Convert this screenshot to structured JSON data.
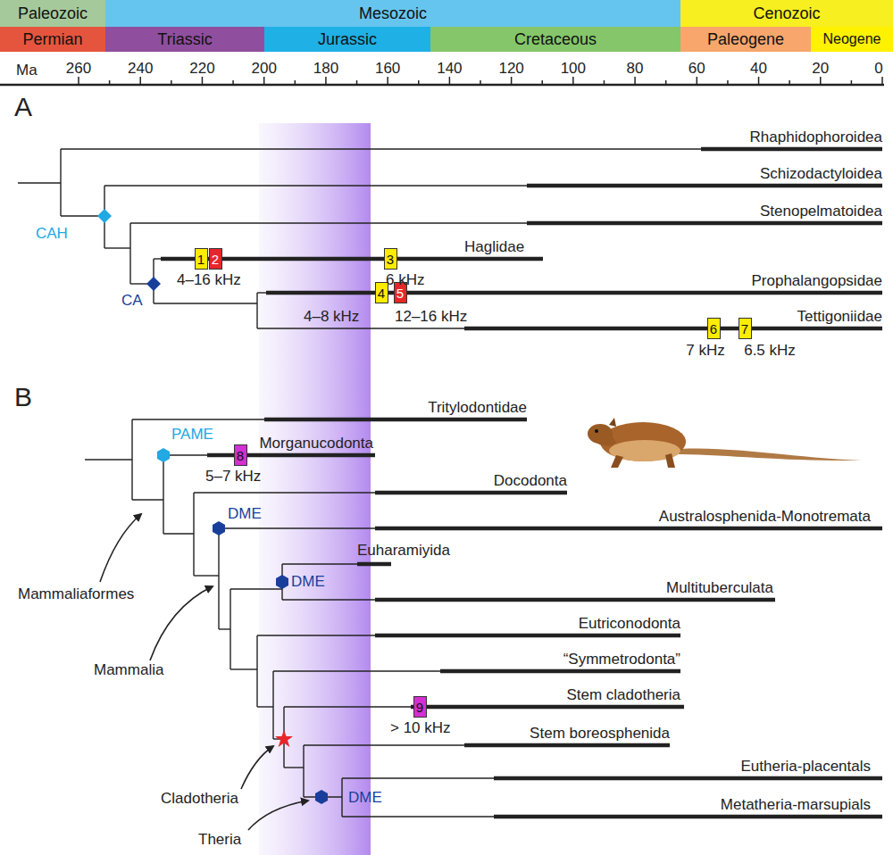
{
  "diagram": {
    "nodes": [
      {
        "text": [
          "Paleozoic"
        ]
      },
      {
        "text": [
          "Mesozoic"
        ]
      },
      {
        "text": [
          "Cenozoic"
        ]
      },
      {
        "text": [
          "Permian"
        ]
      },
      {
        "text": [
          "Triassic"
        ]
      },
      {
        "text": [
          "Jurassic"
        ]
      },
      {
        "text": [
          "Cretaceous"
        ]
      },
      {
        "text": [
          "Paleogene"
        ]
      },
      {
        "text": [
          "Neogene"
        ]
      },
      {
        "text": [
          "CAH"
        ]
      },
      {
        "text": [
          "1"
        ]
      },
      {
        "text": [
          "2"
        ]
      },
      {
        "text": [
          "3"
        ]
      },
      {
        "text": [
          "CA"
        ]
      },
      {
        "text": [
          "4"
        ]
      },
      {
        "text": [
          "5"
        ]
      },
      {
        "text": [
          "6"
        ]
      },
      {
        "text": [
          "7"
        ]
      },
      {
        "text": [
          "PAME"
        ]
      },
      {
        "text": [
          "8"
        ]
      },
      {
        "text": [
          "DME"
        ]
      },
      {
        "text": [
          "DME"
        ]
      },
      {
        "text": [
          "9"
        ]
      },
      {
        "text": [
          "DME"
        ]
      }
    ],
    "labels": [
      "Ma",
      "260",
      "240",
      "220",
      "200",
      "180",
      "160",
      "140",
      "120",
      "100",
      "80",
      "60",
      "40",
      "20",
      "0",
      "A",
      "Rhaphidophoroidea",
      "Schizodactyloidea",
      "Stenopelmatoidea",
      "Haglidae",
      "4–16 kHz",
      "6 kHz",
      "Prophalangopsidae",
      "4–8 kHz",
      "12–16 kHz",
      "Tettigoniidae",
      "7 kHz",
      "6.5 kHz",
      "B",
      "Tritylodontidae",
      "Morganucodonta",
      "5–7 kHz",
      "Docodonta",
      "Australosphenida-Monotremata",
      "Euharamiyida",
      "Multituberculata",
      "Eutriconodonta",
      "“Symmetrodonta”",
      "Stem cladotheria",
      "> 10 kHz",
      "Stem boreosphenida",
      "Eutheria-placentals",
      "Metatheria-marsupials",
      "Mammaliaformes",
      "Mammalia",
      "Cladotheria",
      "Theria"
    ]
  }
}
